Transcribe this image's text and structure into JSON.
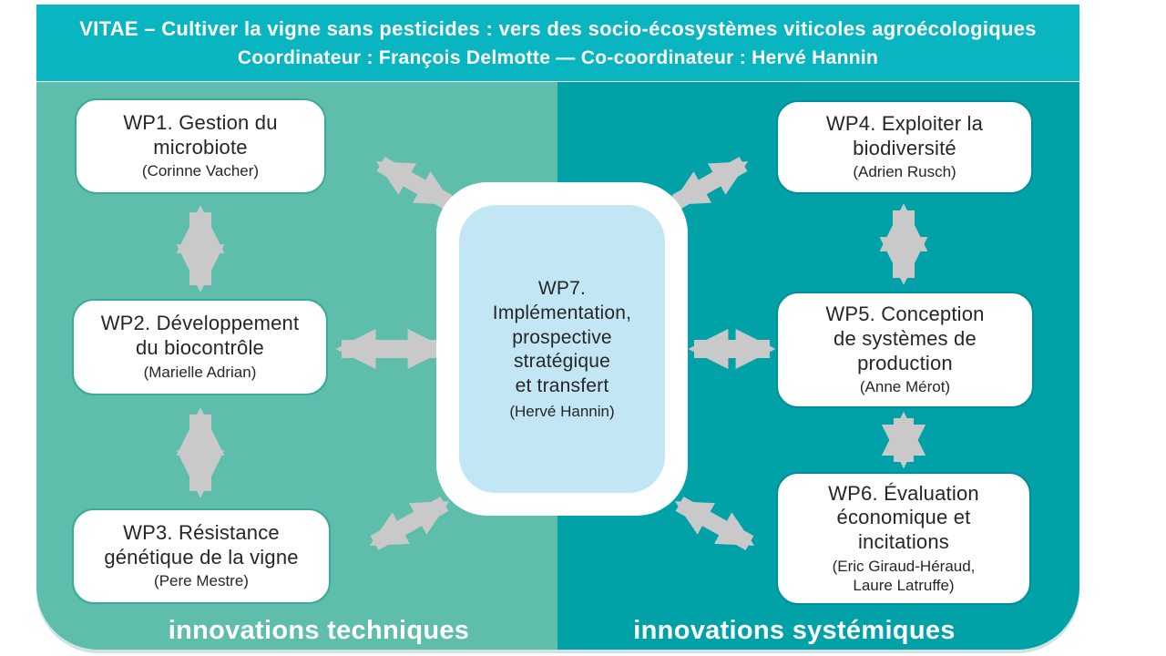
{
  "colors": {
    "header_bg": "#0ab5c2",
    "left_bg": "#5fbdac",
    "right_bg": "#00a1a7",
    "center_bg": "#c3e6f5",
    "arrow": "#c9c9c9",
    "box_text": "#262626",
    "wp_border_left": "#3aa998",
    "wp_border_right": "#008f96"
  },
  "header": {
    "line1": "VITAE – Cultiver la vigne sans pesticides : vers des socio-écosystèmes viticoles agroécologiques",
    "line2": "Coordinateur : François Delmotte — Co-coordinateur : Hervé Hannin"
  },
  "wps": {
    "wp1": {
      "title": "WP1. Gestion du\nmicrobiote",
      "lead": "(Corinne Vacher)"
    },
    "wp2": {
      "title": "WP2. Développement\ndu biocontrôle",
      "lead": "(Marielle Adrian)"
    },
    "wp3": {
      "title": "WP3. Résistance\ngénétique de la vigne",
      "lead": "(Pere Mestre)"
    },
    "wp4": {
      "title": "WP4. Exploiter la\nbiodiversité",
      "lead": "(Adrien Rusch)"
    },
    "wp5": {
      "title": "WP5. Conception\nde systèmes de\nproduction",
      "lead": "(Anne Mérot)"
    },
    "wp6": {
      "title": "WP6. Évaluation\néconomique et\nincitations",
      "lead": "(Eric Giraud-Héraud,\nLaure Latruffe)"
    },
    "wp7": {
      "title": "WP7.\nImplémentation,\nprospective\nstratégique\net transfert",
      "lead": "(Hervé Hannin)"
    }
  },
  "sections": {
    "left_label": "innovations techniques",
    "right_label": "innovations systémiques"
  },
  "connections": [
    {
      "from": "WP1",
      "to": "WP2"
    },
    {
      "from": "WP2",
      "to": "WP3"
    },
    {
      "from": "WP4",
      "to": "WP5"
    },
    {
      "from": "WP5",
      "to": "WP6"
    },
    {
      "from": "WP1",
      "to": "WP7"
    },
    {
      "from": "WP2",
      "to": "WP7"
    },
    {
      "from": "WP3",
      "to": "WP7"
    },
    {
      "from": "WP4",
      "to": "WP7"
    },
    {
      "from": "WP5",
      "to": "WP7"
    },
    {
      "from": "WP6",
      "to": "WP7"
    }
  ]
}
